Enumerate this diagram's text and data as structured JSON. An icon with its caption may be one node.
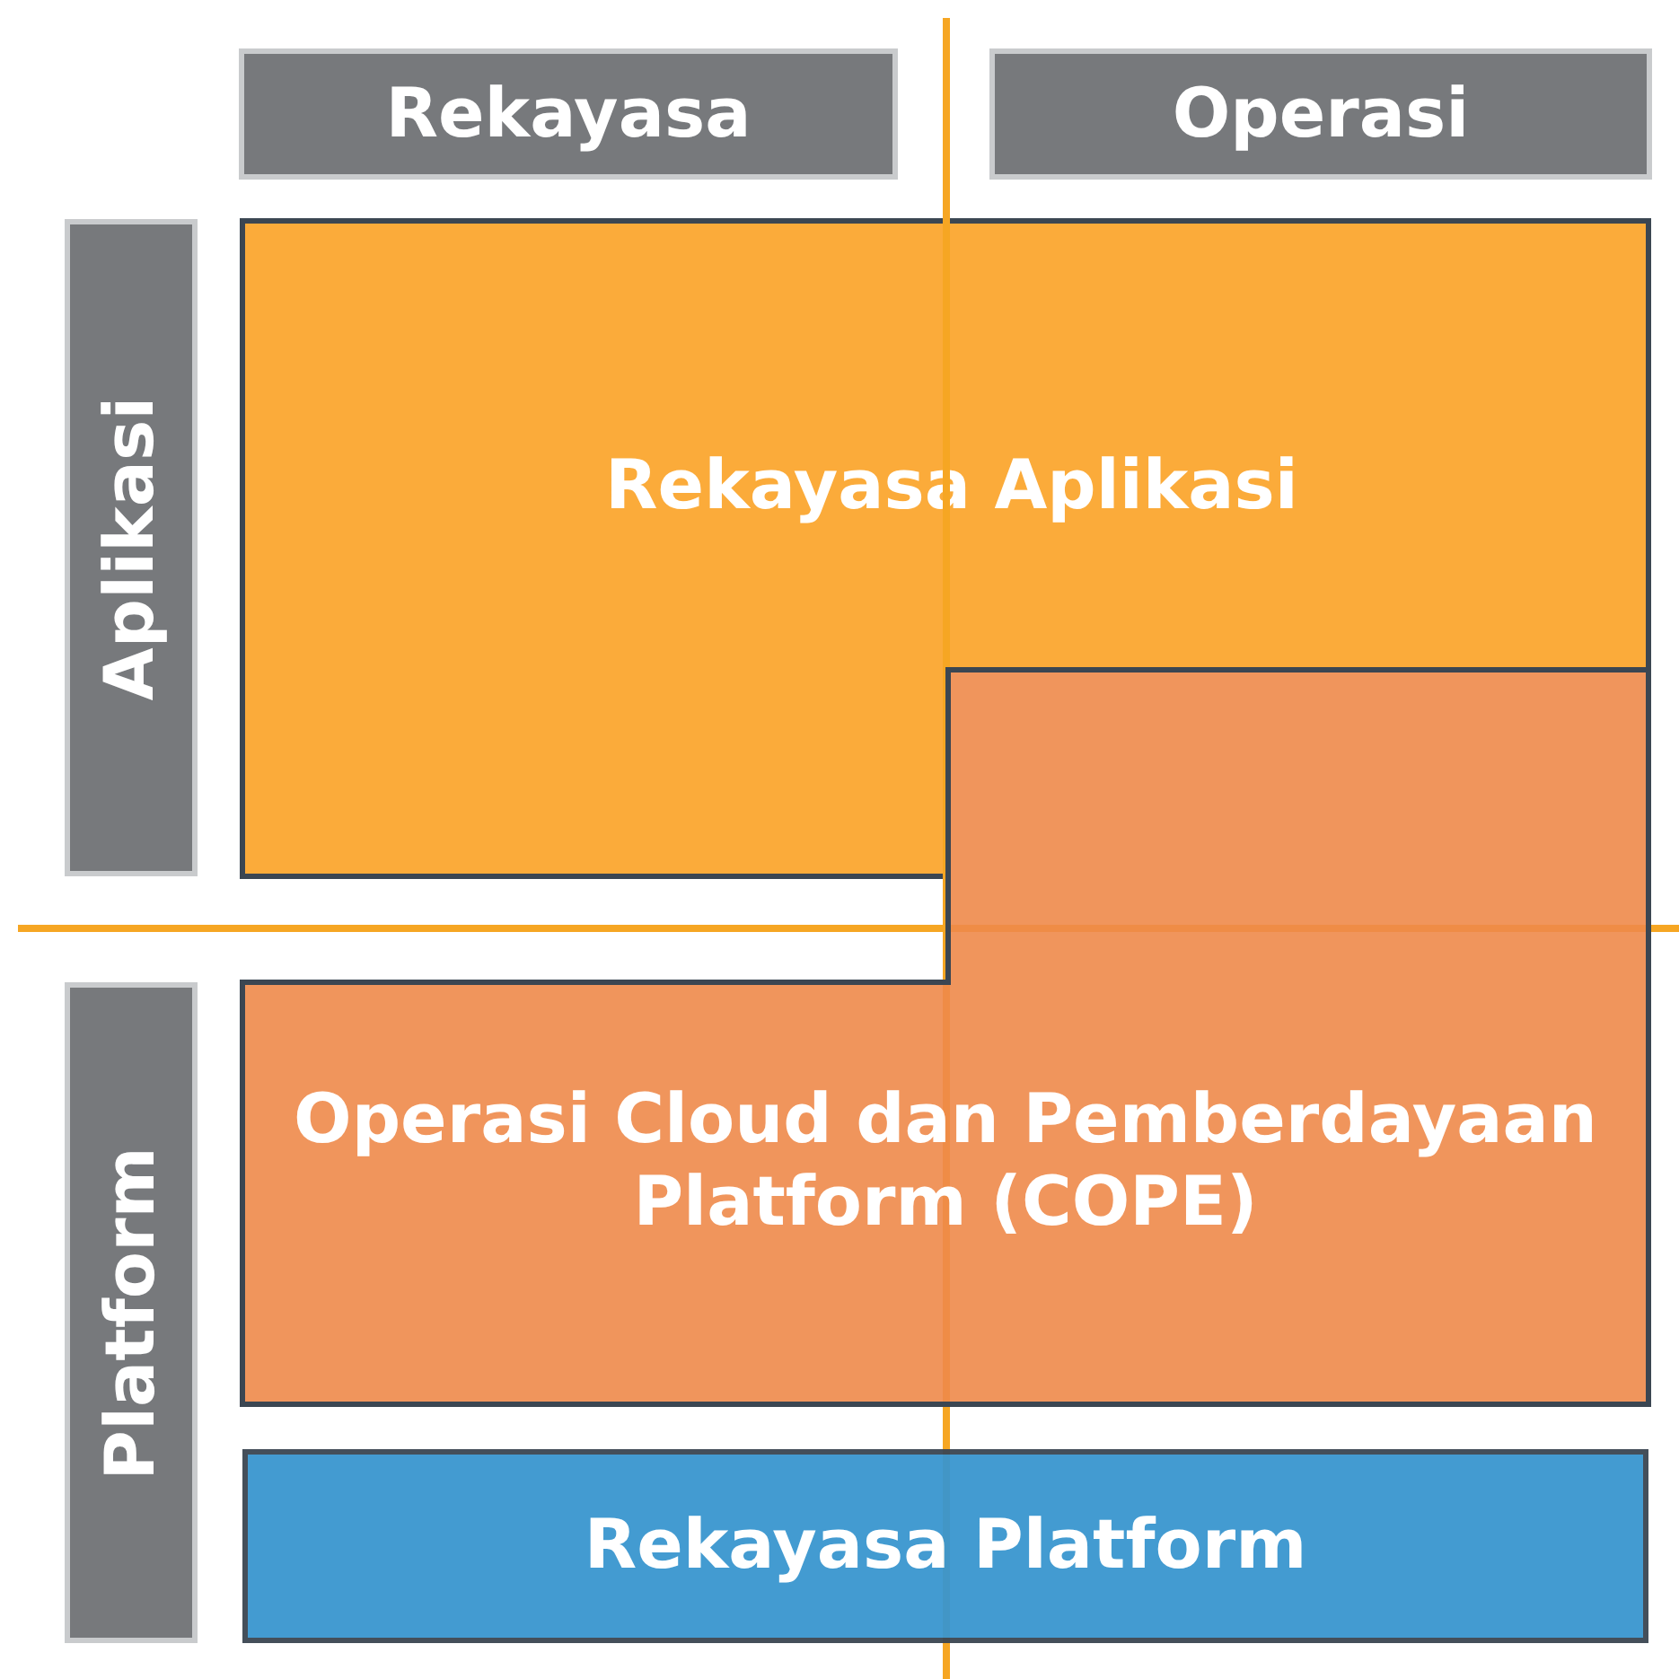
{
  "diagram": {
    "nodes": [
      {
        "text": [
          "Rekayasa"
        ]
      },
      {
        "text": [
          "Operasi"
        ]
      },
      {
        "text": [
          "Aplikasi"
        ]
      },
      {
        "text": [
          "Rekayasa Aplikasi"
        ]
      },
      {
        "text": [
          "Operasi Cloud dan Pemberdayaan Platform (COPE)"
        ]
      },
      {
        "text": [
          "Platform"
        ]
      },
      {
        "text": [
          "Rekayasa Platform"
        ]
      }
    ]
  }
}
